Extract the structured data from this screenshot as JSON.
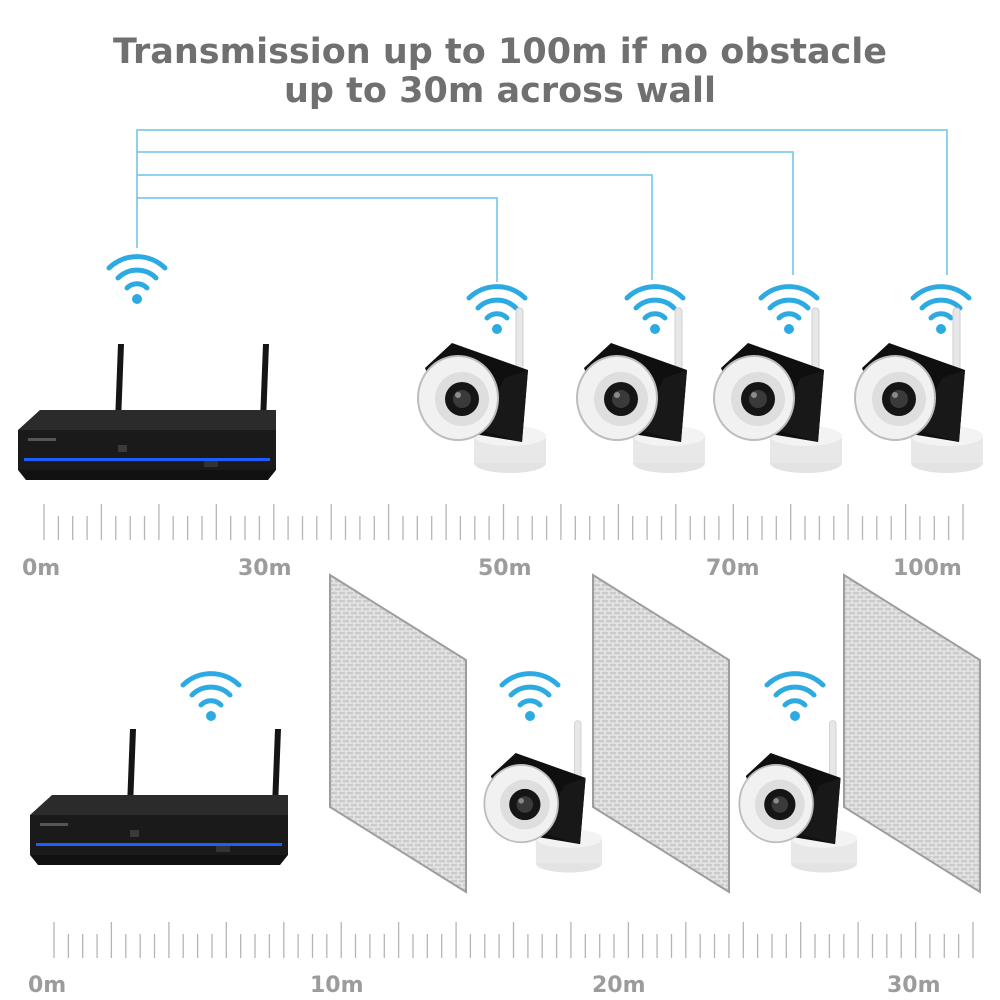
{
  "title": {
    "line1": "Transmission up to 100m if no obstacle",
    "line2": "up to 30m across wall"
  },
  "open_air": {
    "scale_labels": [
      "0m",
      "30m",
      "50m",
      "70m",
      "100m"
    ],
    "camera_count": 4
  },
  "through_wall": {
    "scale_labels": [
      "0m",
      "10m",
      "20m",
      "30m"
    ],
    "camera_count": 2,
    "wall_count": 3
  },
  "icons": {
    "signal": "wifi-signal-icon",
    "recorder": "nvr-recorder-icon",
    "camera": "bullet-camera-icon",
    "wall": "brick-wall-icon"
  },
  "colors": {
    "signal": "#2eaae3",
    "connector": "#6cc4e8",
    "title": "#707070",
    "scale_label": "#9c9c9c",
    "nvr_body": "#1c1c1c",
    "nvr_led": "#1f5cff",
    "camera_body": "#f1f1f1",
    "camera_hood": "#111111"
  }
}
